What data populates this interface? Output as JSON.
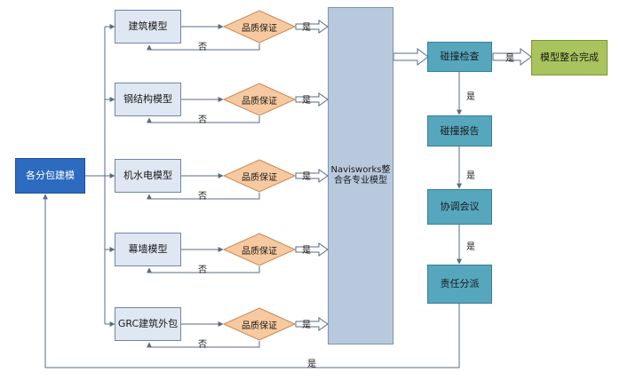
{
  "diagram": {
    "start": "各分包建模",
    "models": [
      "建筑模型",
      "钢结构模型",
      "机水电模型",
      "幕墙模型",
      "GRC建筑外包"
    ],
    "quality_check": "品质保证",
    "integrate": "Navisworks整合各专业模型",
    "clash_check": "碰撞检查",
    "clash_report": "碰撞报告",
    "coordination": "协调会议",
    "responsibility": "责任分派",
    "complete": "模型整合完成",
    "yes": "是",
    "no": "否",
    "colors": {
      "start": "#2d6bc0",
      "model": "#dfe7f2",
      "decision": "#f6c9a0",
      "integrate": "#b8c9de",
      "clash": "#56a7bd",
      "done": "#a9c45c",
      "line": "#5a6b85"
    }
  }
}
